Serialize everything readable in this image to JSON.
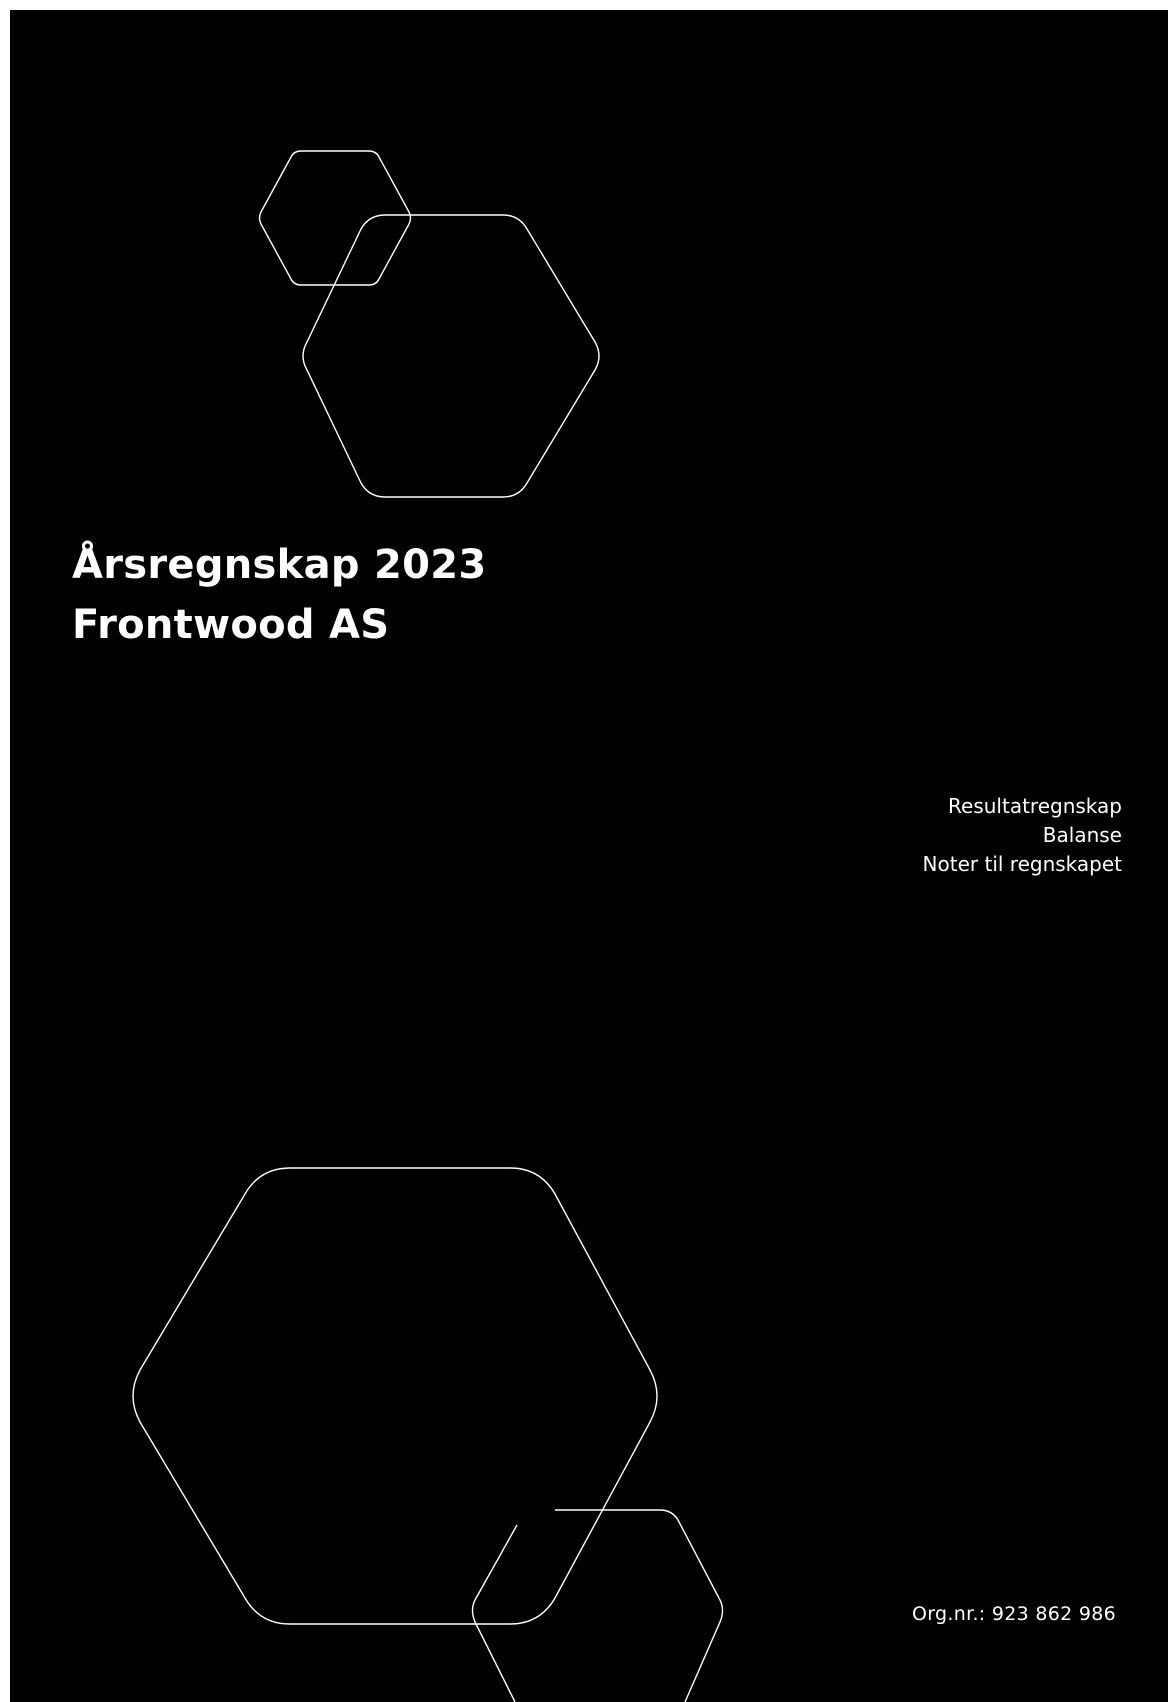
{
  "document": {
    "title_line_1": "Årsregnskap 2023",
    "title_line_2": "Frontwood AS",
    "contents": [
      "Resultatregnskap",
      "Balanse",
      "Noter til regnskapet"
    ],
    "org_nr": "Org.nr.: 923 862 986"
  },
  "colors": {
    "background": "#000000",
    "text": "#ffffff",
    "outline": "#ffffff"
  },
  "icons": {
    "decoration": "hexagon-outline"
  }
}
